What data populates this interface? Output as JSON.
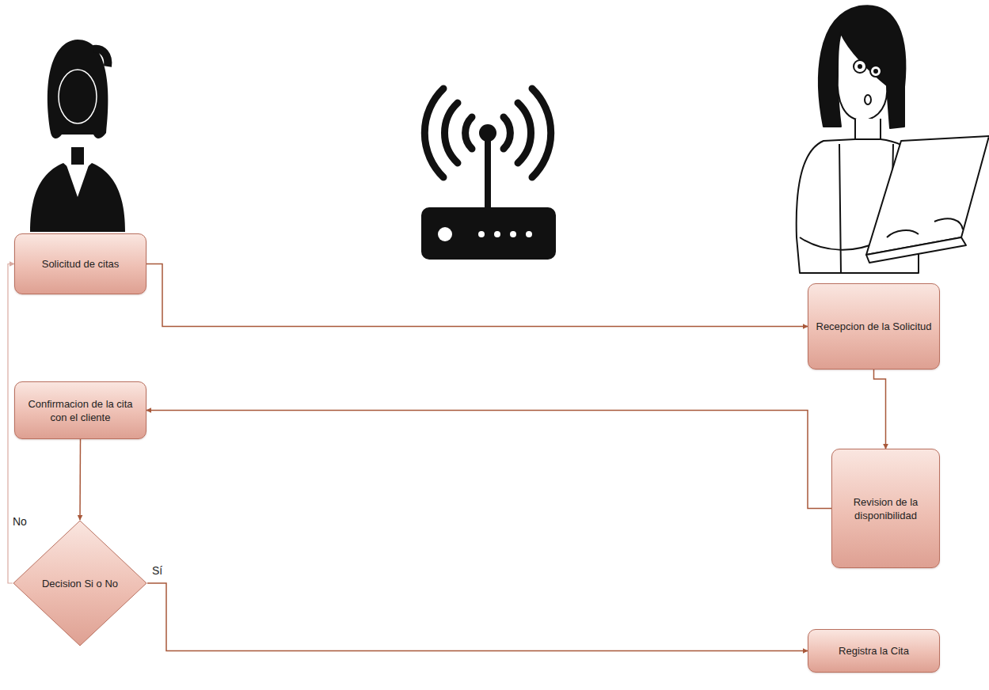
{
  "diagram": {
    "nodes": [
      {
        "text": [
          "Solicitud de citas"
        ]
      },
      {
        "text": [
          "Recepcion de la Solicitud"
        ]
      },
      {
        "text": [
          "Confirmacion de la cita con el cliente"
        ]
      },
      {
        "text": [
          "Revision de la disponibilidad"
        ]
      },
      {
        "text": [
          "Decision Si o No"
        ]
      },
      {
        "text": [
          "Registra la Cita"
        ]
      }
    ],
    "edges": [
      {
        "from": 0,
        "to": 1,
        "arrow": "to"
      },
      {
        "from": 1,
        "to": 3,
        "arrow": "to"
      },
      {
        "from": 3,
        "to": 2,
        "arrow": "to"
      },
      {
        "from": 2,
        "to": 4,
        "arrow": "to"
      },
      {
        "from": 4,
        "to": 5,
        "label": "Sí",
        "arrow": "to"
      },
      {
        "from": 4,
        "to": 0,
        "label": "No",
        "arrow": "to"
      }
    ]
  }
}
